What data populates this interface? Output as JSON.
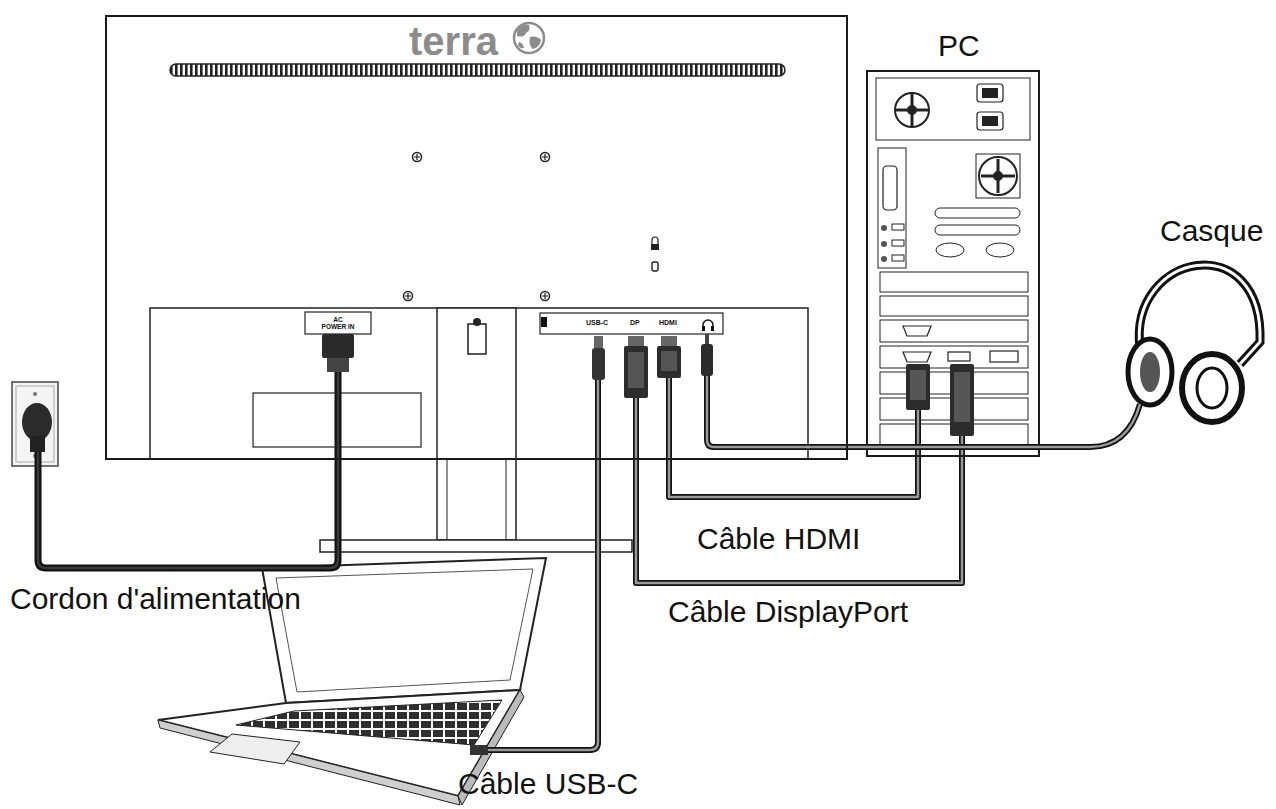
{
  "diagram": {
    "nodes": [
      {
        "text": [
          "terra"
        ]
      },
      {
        "text": [
          "PC"
        ]
      },
      {
        "text": [
          "Casque"
        ]
      }
    ],
    "edges": [
      {
        "from": 0,
        "to": 1,
        "label": "Câble HDMI",
        "arrow": "none"
      },
      {
        "from": 0,
        "to": 1,
        "label": "Câble DisplayPort",
        "arrow": "none"
      },
      {
        "from": 0,
        "to": 2,
        "arrow": "none"
      }
    ],
    "labels": [
      "AC POWER IN",
      "USB-C",
      "DP",
      "HDMI",
      "Cordon d'alimentation",
      "Câble USB-C"
    ]
  }
}
